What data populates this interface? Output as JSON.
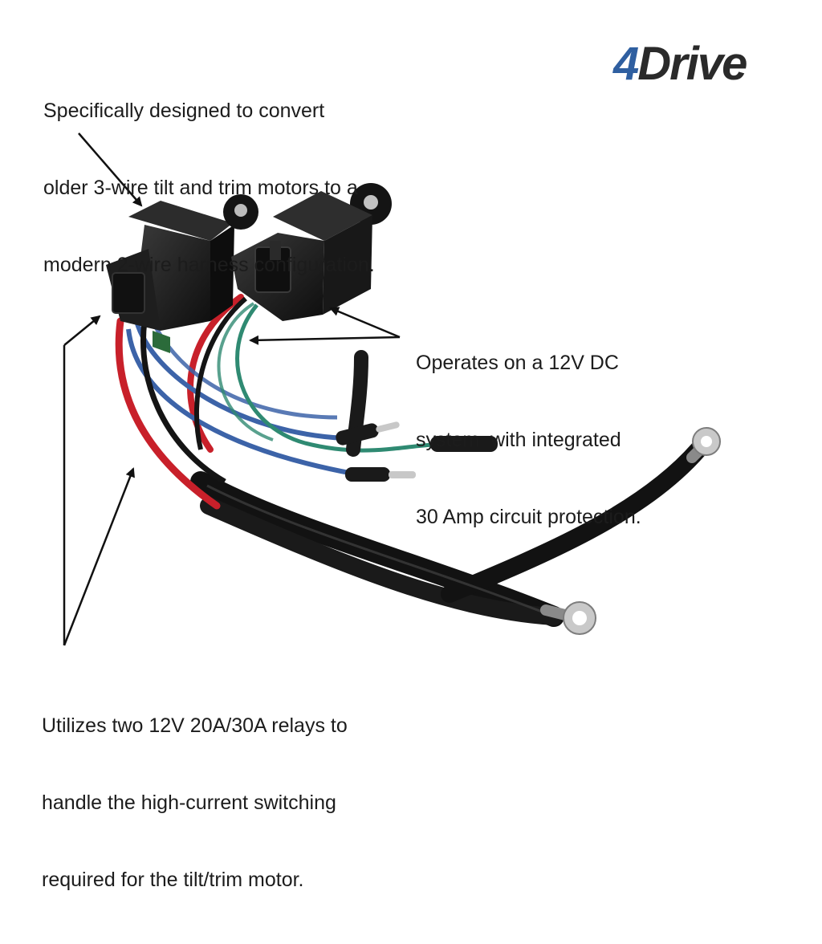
{
  "brand": {
    "logo_number": "4",
    "logo_word": "Drive",
    "number_color": "#2f5fa0",
    "word_color": "#2a2a2a"
  },
  "callouts": {
    "top": {
      "lines": [
        "Specifically designed to convert",
        "older 3-wire tilt and trim motors to a",
        "modern 2-wire harness configuration."
      ]
    },
    "right": {
      "lines": [
        "Operates on a 12V DC",
        "system  with integrated",
        "30 Amp circuit protection."
      ]
    },
    "bottom": {
      "lines": [
        "Utilizes two 12V 20A/30A relays to",
        "handle the high-current switching",
        "required for the tilt/trim motor."
      ]
    }
  },
  "wire_colors": {
    "red": "#c8202a",
    "blue": "#3c63a8",
    "green": "#2f8a72",
    "black": "#141414"
  }
}
